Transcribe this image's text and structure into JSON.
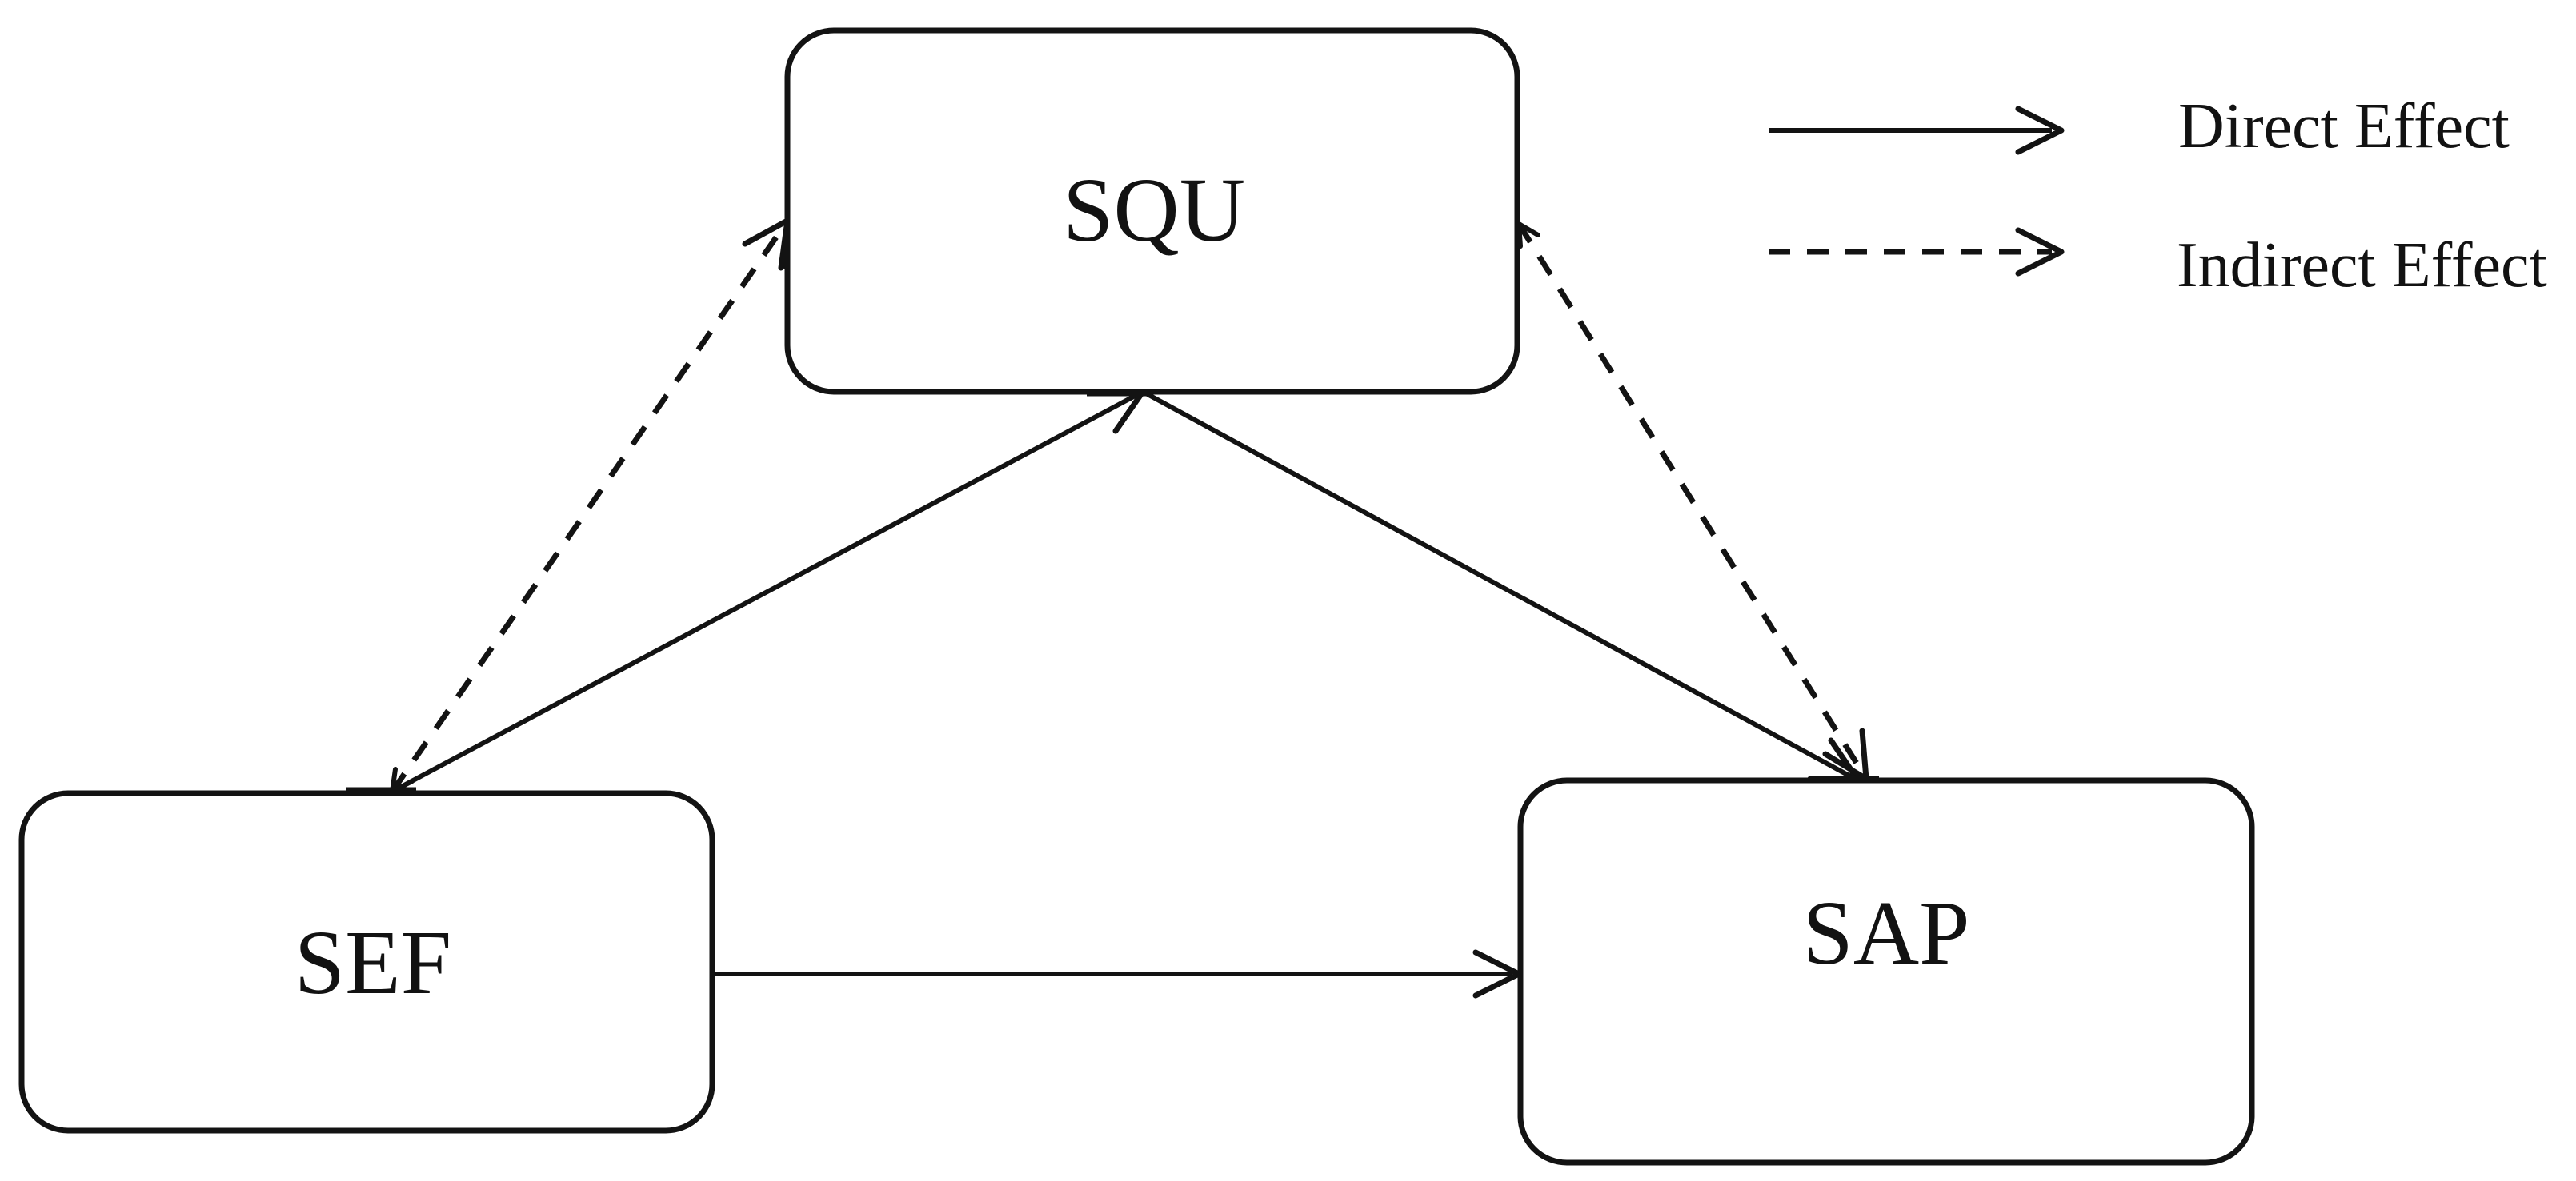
{
  "figure": {
    "type": "path-diagram",
    "colors": {
      "line": "#131313",
      "background": "#ffffff",
      "text": "#121212"
    },
    "nodes": [
      {
        "id": "SQU",
        "label": "SQU",
        "position": "top-center"
      },
      {
        "id": "SEF",
        "label": "SEF",
        "position": "bottom-left"
      },
      {
        "id": "SAP",
        "label": "SAP",
        "position": "bottom-right"
      }
    ],
    "edges": [
      {
        "from": "SEF",
        "to": "SQU",
        "style": "solid",
        "effect": "direct"
      },
      {
        "from": "SQU",
        "to": "SAP",
        "style": "solid",
        "effect": "direct"
      },
      {
        "from": "SEF",
        "to": "SAP",
        "style": "solid",
        "effect": "direct"
      },
      {
        "from": "SEF",
        "to": "SQU",
        "style": "dashed",
        "effect": "indirect"
      },
      {
        "from": "SQU",
        "to": "SAP",
        "style": "dashed",
        "effect": "indirect"
      }
    ],
    "legend": {
      "items": [
        {
          "line_style": "solid",
          "label": "Direct Effect"
        },
        {
          "line_style": "dashed",
          "label": "Indirect Effect"
        }
      ]
    }
  }
}
